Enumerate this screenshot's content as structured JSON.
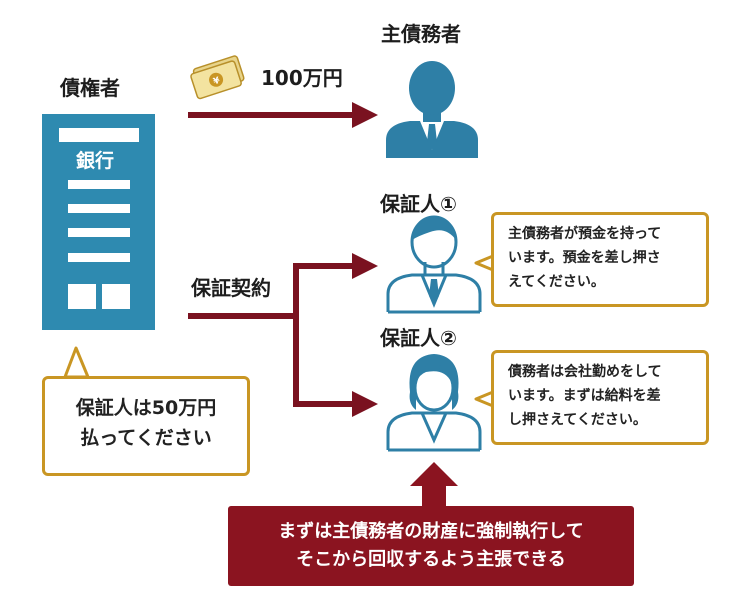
{
  "labels": {
    "creditor": "債権者",
    "principal_debtor": "主債務者",
    "amount": "100万円",
    "guarantor_1": "保証人①",
    "guarantor_2": "保証人②",
    "guarantee_contract": "保証契約",
    "bank": "銀行"
  },
  "bank_callout": {
    "line1": "保証人は50万円",
    "line2": "払ってください"
  },
  "guarantor_1_callout": {
    "line1": "主債務者が預金を持って",
    "line2": "います。預金を差し押さ",
    "line3": "えてください。"
  },
  "guarantor_2_callout": {
    "line1": "債務者は会社勤めをして",
    "line2": "います。まずは給料を差",
    "line3": "し押さえてください。"
  },
  "banner": {
    "line1": "まずは主債務者の財産に強制執行して",
    "line2": "そこから回収するよう主張できる"
  },
  "colors": {
    "arrow": "#7a1220",
    "building": "#2e8ab0",
    "person": "#2e7fa6",
    "callout_border": "#c99623",
    "banner": "#8b1420"
  },
  "icons": {
    "money": "money-icon",
    "building": "bank-building-icon",
    "person": "person-icon"
  }
}
